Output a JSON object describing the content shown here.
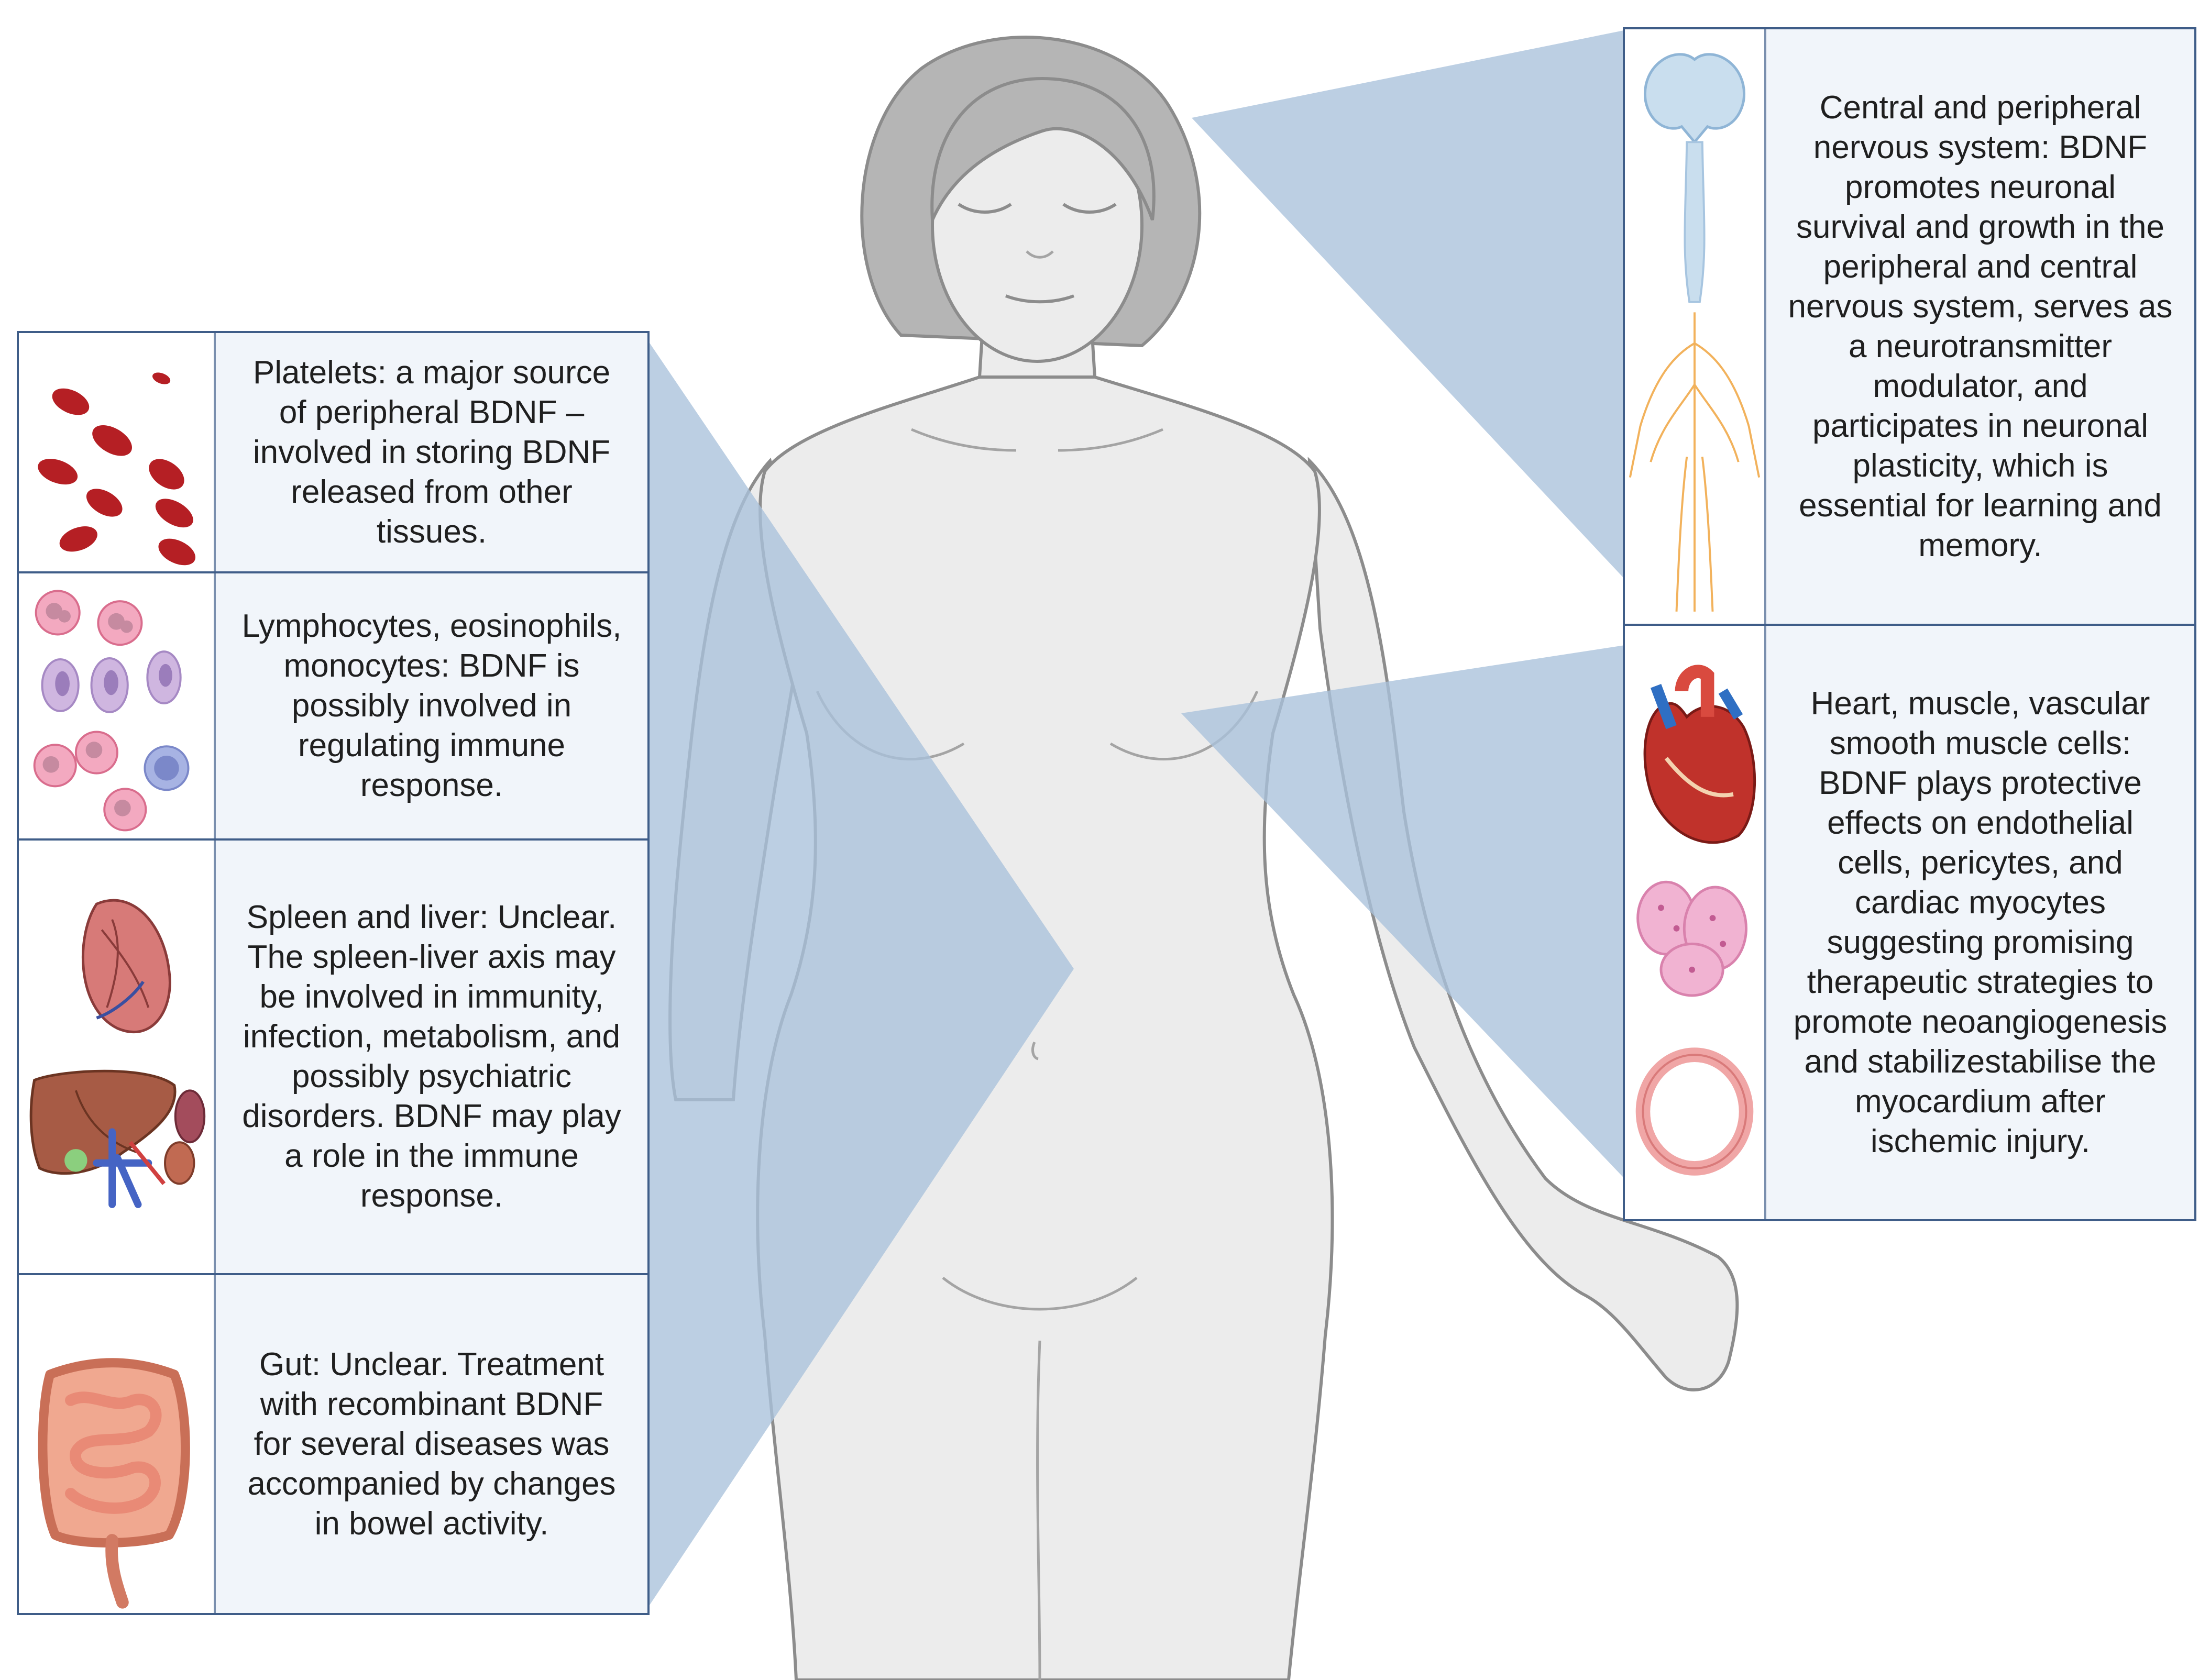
{
  "colors": {
    "connector": "#a9c2db",
    "panel_border": "#3f5d88",
    "text_background": "#f1f5fa",
    "body_fill": "#ececec",
    "body_outline": "#8c8c8c",
    "hair": "#b9b9b9"
  },
  "left_panels": [
    {
      "icon": "red-blood-cells-icon",
      "text": "Platelets: a major source of peripheral BDNF – involved in storing BDNF released from other tissues."
    },
    {
      "icon": "white-blood-cells-icon",
      "text": "Lymphocytes, eosinophils, monocytes: BDNF is possibly involved in regulating immune response."
    },
    {
      "icon": "spleen-liver-icon",
      "text": "Spleen and liver: Unclear. The spleen-liver axis may be involved in immunity, infection, metabolism, and possibly psychiatric disorders. BDNF may play a role in the immune response."
    },
    {
      "icon": "intestine-icon",
      "text": "Gut: Unclear. Treatment with recombinant BDNF for several diseases was accompanied by changes in bowel activity."
    }
  ],
  "right_panels": [
    {
      "icon": "nervous-system-icon",
      "text": "Central and peripheral nervous system: BDNF promotes neuronal survival and growth in the peripheral and central nervous system, serves as a neurotransmitter modulator, and participates in neuronal plasticity, which is essential for learning and memory."
    },
    {
      "icon": "heart-muscle-vessel-icon",
      "text": "Heart, muscle, vascular smooth muscle cells: BDNF plays protective effects on endothelial cells, pericytes, and cardiac myocytes suggesting promising therapeutic strategies to promote neoangiogenesis and stabilizestabilise the myocardium after ischemic injury."
    }
  ]
}
